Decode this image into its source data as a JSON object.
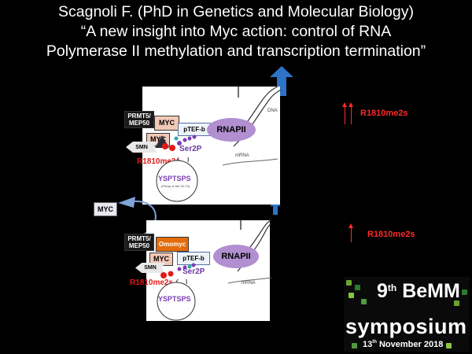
{
  "header": {
    "line1": "Scagnoli F. (PhD in Genetics and Molecular Biology)",
    "line2": "“A new insight into Myc action: control of RNA",
    "line3": "Polymerase II methylation and transcription termination”"
  },
  "diagram_top": {
    "prmt_label": "PRMT5/ MEP50",
    "myc_label": "MYC",
    "myc_label2": "MYC",
    "ptef_label": "pTEF-b",
    "rnap_label": "RNAPII",
    "smn_label": "SMN",
    "ser2p_label": "Ser2P",
    "r1810_label": "R1810me2s",
    "dna_label": "DNA",
    "mrna_label": "mRNA",
    "ctd_label": "YSPTSPS",
    "ctd_sub": "(Phosp & Me S2-T4)",
    "right_marker": "R1810me2s"
  },
  "diagram_bottom": {
    "prmt_label": "PRMT5/ MEP50",
    "omomyc_label": "Omomyc",
    "myc_label": "MYC",
    "ptef_label": "pTEF-b",
    "rnap_label": "RNAPII",
    "smn_label": "SMN",
    "ser2p_label": "Ser2P",
    "r1810_label": "R1810me2s",
    "mrna_label": "mRNA",
    "ctd_label": "YSPTSPS",
    "right_marker": "R1810me2s"
  },
  "side_label": "MYC",
  "badge": {
    "edition": "9",
    "edition_sup": "th",
    "name": "BeMM",
    "word": "symposium",
    "date_day": "13",
    "date_sup": "th",
    "date_rest": "November 2018"
  },
  "colors": {
    "background": "#000000",
    "arrow_blue": "#2f73c9",
    "marker_red": "#ff2a2a",
    "rnap_purple": "#b18fd0",
    "omomyc_orange": "#e46c0a"
  }
}
